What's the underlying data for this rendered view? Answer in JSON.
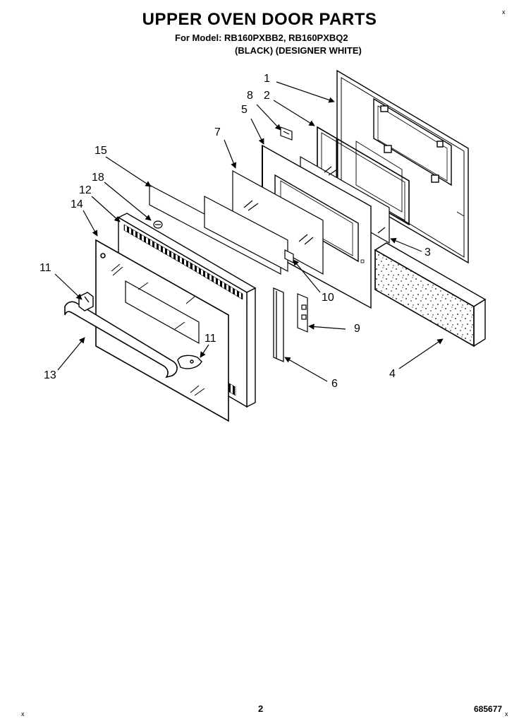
{
  "header": {
    "title": "UPPER OVEN DOOR PARTS",
    "model_line": "For Model: RB160PXBB2, RB160PXBQ2",
    "color_line": "(BLACK) (DESIGNER WHITE)"
  },
  "footer": {
    "page_number": "2",
    "doc_number": "685677",
    "corner_mark": "x"
  },
  "callouts": [
    "1",
    "2",
    "3",
    "4",
    "5",
    "6",
    "7",
    "8",
    "9",
    "10",
    "11",
    "11",
    "12",
    "13",
    "14",
    "15",
    "18"
  ]
}
